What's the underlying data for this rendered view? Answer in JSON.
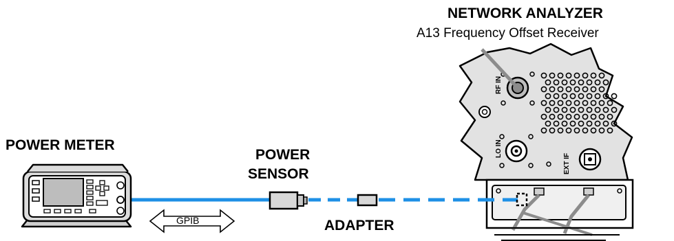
{
  "labels": {
    "analyzer_title": "NETWORK ANALYZER",
    "analyzer_subtitle": "A13 Frequency Offset Receiver",
    "power_meter": "POWER METER",
    "power_sensor_line1": "POWER",
    "power_sensor_line2": "SENSOR",
    "adapter": "ADAPTER",
    "gpib": "GPIB",
    "port_rf_in": "RF IN",
    "port_lo_in": "LO IN",
    "port_ext_if": "EXT IF"
  },
  "colors": {
    "cable": "#1E90E6",
    "outline": "#000000",
    "panel_gray": "#CFCFCF",
    "screen": "#B8B8B8"
  },
  "icons": [
    "gpib-double-arrow-icon",
    "power-meter-icon",
    "power-sensor-icon",
    "adapter-icon",
    "network-analyzer-panel-icon"
  ]
}
